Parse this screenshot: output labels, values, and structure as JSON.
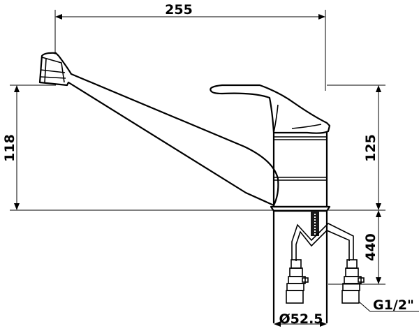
{
  "dimensions": {
    "spout_reach": "255",
    "spout_height": "118",
    "lever_height": "125",
    "hose_length": "440",
    "base_diameter": "Ø52.5",
    "thread": "G1/2\""
  }
}
